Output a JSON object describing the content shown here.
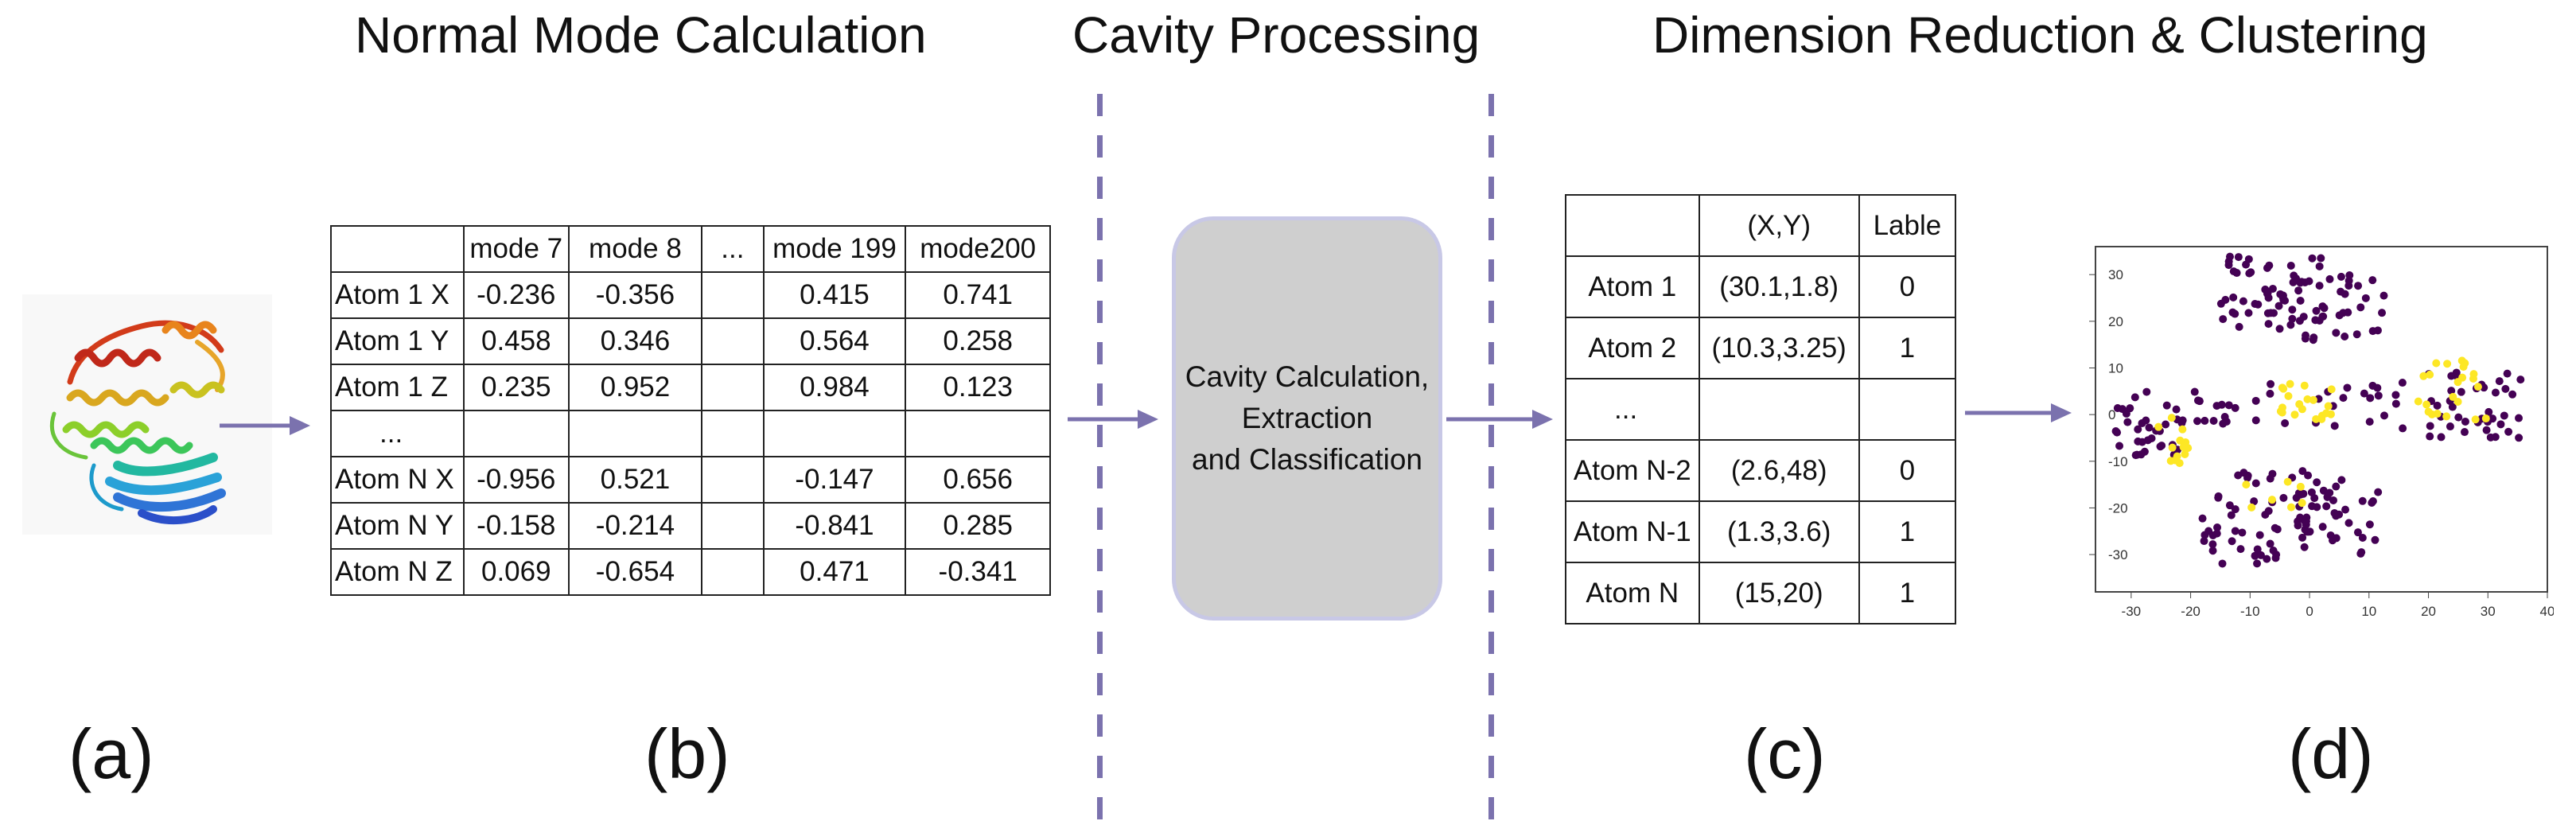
{
  "headers": {
    "normal_mode": "Normal Mode Calculation",
    "cavity": "Cavity Processing",
    "dimred": "Dimension Reduction & Clustering"
  },
  "panel_labels": {
    "a": "(a)",
    "b": "(b)",
    "c": "(c)",
    "d": "(d)"
  },
  "mode_table": {
    "columns": [
      "",
      "mode 7",
      "mode 8",
      "...",
      "mode 199",
      "mode200"
    ],
    "rows": [
      [
        "Atom 1 X",
        "-0.236",
        "-0.356",
        "",
        "0.415",
        "0.741"
      ],
      [
        "Atom 1 Y",
        "0.458",
        "0.346",
        "",
        "0.564",
        "0.258"
      ],
      [
        "Atom 1 Z",
        "0.235",
        "0.952",
        "",
        "0.984",
        "0.123"
      ],
      [
        "...",
        "",
        "",
        "",
        "",
        ""
      ],
      [
        "Atom N X",
        "-0.956",
        "0.521",
        "",
        "-0.147",
        "0.656"
      ],
      [
        "Atom N Y",
        "-0.158",
        "-0.214",
        "",
        "-0.841",
        "0.285"
      ],
      [
        "Atom N Z",
        "0.069",
        "-0.654",
        "",
        "0.471",
        "-0.341"
      ]
    ]
  },
  "process_box": {
    "line1": "Cavity Calculation,",
    "line2": "Extraction",
    "line3": "and Classification"
  },
  "coord_table": {
    "columns": [
      "",
      "(X,Y)",
      "Lable"
    ],
    "rows": [
      [
        "Atom 1",
        "(30.1,1.8)",
        "0"
      ],
      [
        "Atom 2",
        "(10.3,3.25)",
        "1"
      ],
      [
        "...",
        "",
        ""
      ],
      [
        "Atom N-2",
        "(2.6,48)",
        "0"
      ],
      [
        "Atom N-1",
        "(1.3,3.6)",
        "1"
      ],
      [
        "Atom N",
        "(15,20)",
        "1"
      ]
    ]
  },
  "scatter": {
    "x_ticks": [
      "-30",
      "-20",
      "-10",
      "0",
      "10",
      "20",
      "30",
      "40"
    ],
    "y_ticks": [
      "30",
      "20",
      "10",
      "0",
      "-10",
      "-20",
      "-30"
    ],
    "colors": {
      "class_0": "#440154",
      "class_1": "#fde725"
    }
  },
  "colors": {
    "arrow": "#7b72ae",
    "dash": "#7b72ae",
    "box_fill": "#cfcfcf",
    "box_border": "#c8c8e6"
  }
}
